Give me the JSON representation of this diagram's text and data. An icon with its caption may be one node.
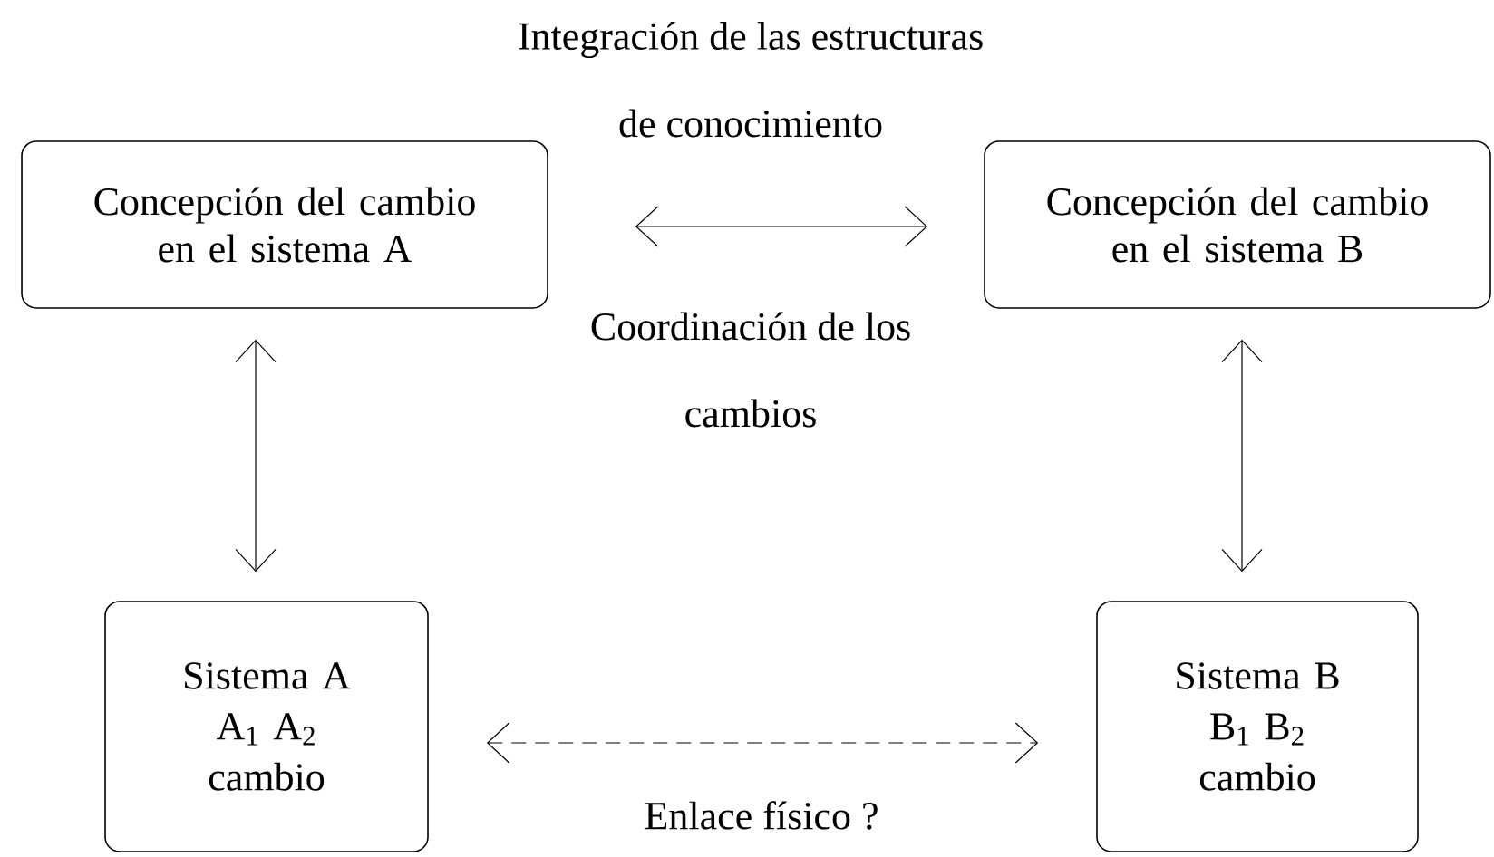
{
  "diagram": {
    "nodes": [
      {
        "text": [
          "Concepción del cambio en el sistema A"
        ]
      },
      {
        "text": [
          "Concepción del cambio en el sistema B"
        ]
      },
      {
        "text": [
          "Sistema A",
          "A$_{1}$ A$_{2}$",
          "cambio"
        ]
      },
      {
        "text": [
          "Sistema B",
          "B$_{1}$ B$_{2}$",
          "cambio"
        ]
      }
    ],
    "edges": [
      {
        "from": 0,
        "to": 1,
        "arrow": "both"
      },
      {
        "from": 0,
        "to": 2,
        "arrow": "both"
      },
      {
        "from": 1,
        "to": 3,
        "arrow": "both"
      },
      {
        "from": 2,
        "to": 3,
        "arrow": "both",
        "style": "dashed",
        "label": "Enlace físico ?"
      }
    ],
    "labels": [
      "Integración de las estructuras",
      "de conocimiento",
      "Coordinación de los",
      "cambios"
    ]
  }
}
